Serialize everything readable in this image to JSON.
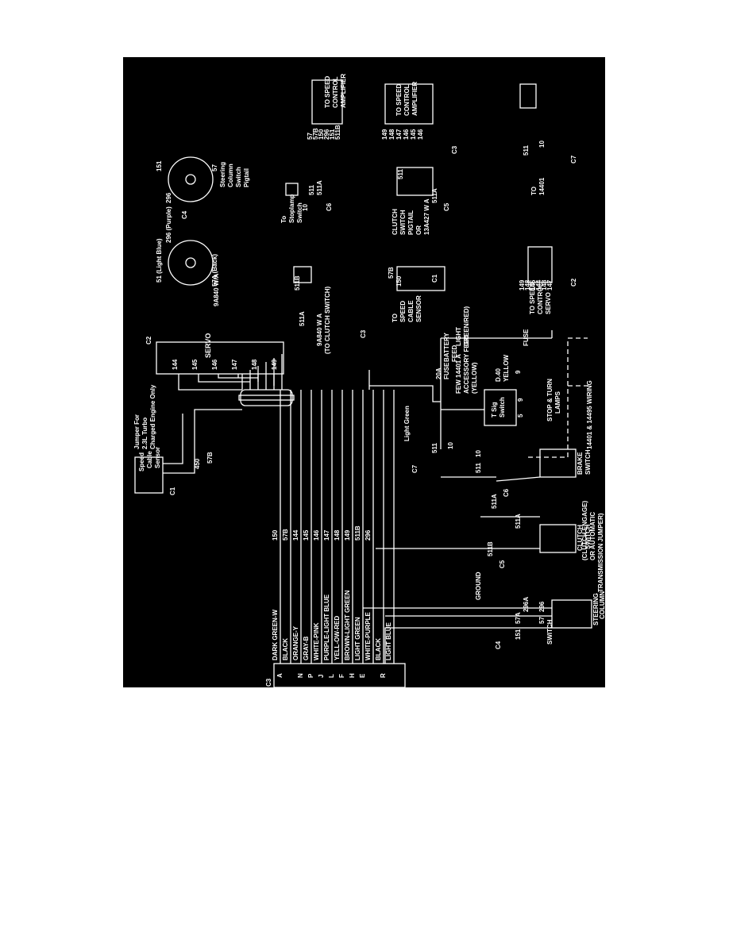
{
  "colors": {
    "background": "#000000",
    "wire": "#ffffff",
    "page": "#ffffff"
  },
  "left_connector": {
    "tag": "C3",
    "wires": [
      {
        "letter": "A",
        "color": "DARK GREEN-W",
        "circuit": "150"
      },
      {
        "letter": "",
        "color": "BLACK",
        "circuit": "57B"
      },
      {
        "letter": "N",
        "color": "ORANGE-Y",
        "circuit": "144"
      },
      {
        "letter": "P",
        "color": "GRAY-B",
        "circuit": "145"
      },
      {
        "letter": "J",
        "color": "WHITE-PINK",
        "circuit": "146"
      },
      {
        "letter": "L",
        "color": "PURPLE-LIGHT BLUE",
        "circuit": "147"
      },
      {
        "letter": "F",
        "color": "YELL-OW-RED",
        "circuit": "148"
      },
      {
        "letter": "H",
        "color": "BROWN-LIGHT GREEN",
        "circuit": "149"
      },
      {
        "letter": "E",
        "color": "LIGHT GREEN",
        "circuit": "511B"
      },
      {
        "letter": "",
        "color": "WHITE-PURPLE",
        "circuit": "296"
      },
      {
        "letter": "R",
        "color": "BLACK",
        "circuit": ""
      },
      {
        "letter": "",
        "color": "LIGHT BLUE",
        "circuit": ""
      }
    ]
  },
  "speed_sensor": {
    "title_1": "Speed",
    "title_2": "Cable",
    "title_3": "Sensor",
    "tag": "C1",
    "circuit_a": "450",
    "circuit_b": "57B",
    "jumper_1": "Jumper For",
    "jumper_2": "2.3L Turbo",
    "jumper_3": "Charged Engine Only"
  },
  "servo": {
    "label": "SERVO",
    "tag": "C2",
    "circuits": [
      "144",
      "145",
      "146",
      "147",
      "148",
      "149"
    ]
  },
  "steering_switch": {
    "line_1": "STEERING",
    "line_2": "COLUMN",
    "line_3": "SWITCH",
    "tag": "C4",
    "circuits": [
      "151",
      "57A",
      "296A",
      "57",
      "296"
    ],
    "ground": "GROUND"
  },
  "clutch_switch": {
    "line_1": "CLUTCH",
    "line_2": "SWITCH",
    "tag": "C5",
    "circuits": [
      "511B",
      "511A"
    ],
    "note_1": "(CLUTCH ENGAGE)",
    "note_2": "OR AUTOMATIC",
    "note_3": "TRANSMISSION JUMPER)"
  },
  "brake_switch": {
    "line_1": "BRAKE",
    "line_2": "SWITCH",
    "tag": "C6",
    "circuits": [
      "511",
      "10",
      "511A"
    ]
  },
  "tsig_switch": {
    "line_1": "T Sig",
    "line_2": "Switch",
    "c1": "5",
    "c2": "9",
    "lamps": "STOP & TURN",
    "lamps_2": "LAMPS"
  },
  "feed": {
    "fuse": "20A",
    "fuse_2": "FUSE",
    "battery": "BATTERY",
    "battery_2": "FEED",
    "light": "LIGHT",
    "light_2": "GREEN/RED)",
    "few_1": "FEW 14401 A",
    "few_2": "ACCESSORY FEED",
    "few_3": "(YELLOW)",
    "d40": "D.40",
    "yellow": "YELLOW",
    "fuse_b": "FUSE",
    "light_green": "Light Green",
    "c511": "511",
    "c10": "10",
    "c9": "9",
    "wiring": "14401 & 14495 WIRING",
    "tag": "C7"
  },
  "top_connectors": {
    "c1": {
      "l1": "51 (Light Blue)",
      "l2": "296 (Purple)",
      "l3": "57A (Back)",
      "l4": "9A840 W/A"
    },
    "c4": {
      "c151": "151",
      "c296": "296",
      "tag": "C4",
      "c57": "57",
      "l1": "Steering",
      "l2": "Column",
      "l3": "Switch",
      "l4": "Pigtail"
    },
    "stoplamp": {
      "l1": "To",
      "l2": "Stoplamp",
      "l3": "Switch",
      "c10": "10",
      "c511": "511",
      "c511a": "511A",
      "tag": "C6"
    },
    "amp1": {
      "circuits": [
        "57",
        "57B",
        "150",
        "296",
        "151",
        "511B"
      ],
      "l1": "TO SPEED",
      "l2": "CONTROL",
      "l3": "AMPLIFIER"
    },
    "amp2": {
      "circuits": [
        "149",
        "148",
        "147",
        "146",
        "145",
        "146"
      ],
      "l1": "TO SPEED",
      "l2": "CONTROL",
      "l3": "AMPLIFIER",
      "tag": "C3"
    },
    "c7": {
      "c511": "511",
      "c10": "10",
      "l1": "TO",
      "l2": "14401",
      "tag": "C7"
    },
    "c3b": {
      "c511b": "511B",
      "c511a": "511A",
      "l1": "9A840 W A",
      "l2": "(TO CLUTCH SWITCH)",
      "tag": "C3"
    },
    "c1b": {
      "l1": "TO",
      "l2": "SPEED",
      "l3": "CABLE",
      "l4": "SENSOR",
      "c57b": "57B",
      "c150": "150",
      "tag": "C1"
    },
    "clutchpig": {
      "l1": "CLUTCH",
      "l2": "SWITCH",
      "l3": "PIGTAIL",
      "l4": "OR",
      "l5": "13A427 W A",
      "c511": "511",
      "c511a": "511A",
      "tag": "C5"
    },
    "servo2": {
      "circuits": [
        "149",
        "148",
        "145",
        "144",
        "148",
        "147"
      ],
      "l1": "TO SPEED",
      "l2": "CONTROL",
      "l3": "SERVO",
      "tag": "C2"
    }
  }
}
